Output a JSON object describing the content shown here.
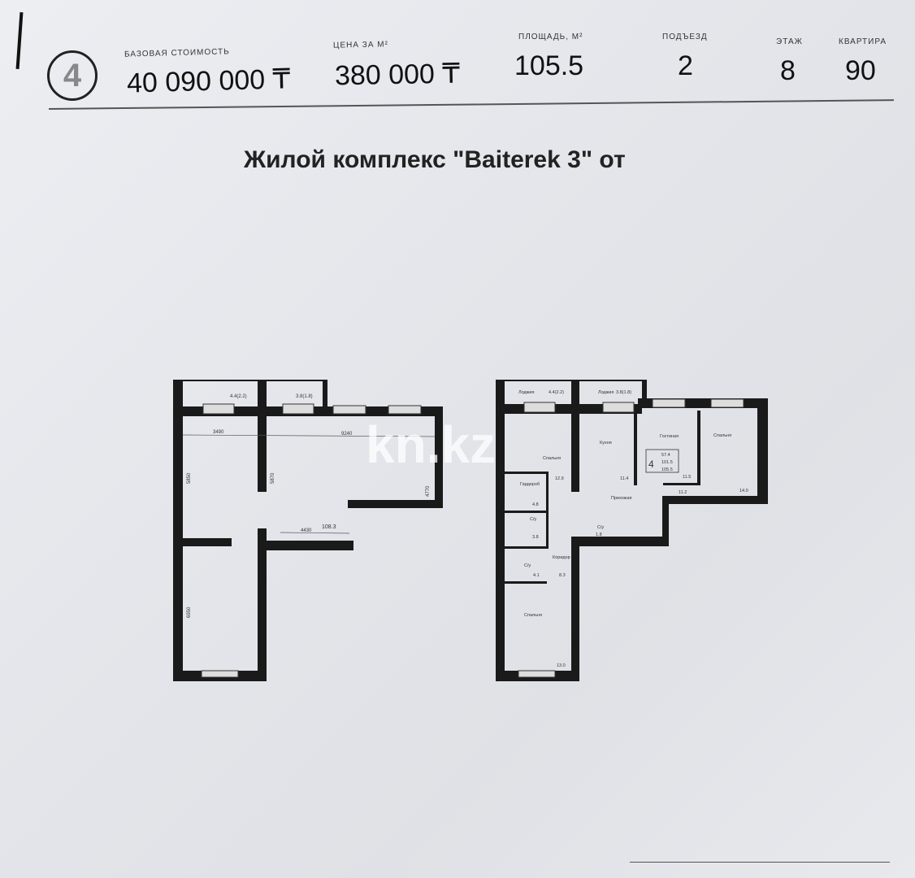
{
  "header": {
    "badge_number": "4",
    "base_price": {
      "label": "БАЗОВАЯ СТОИМОСТЬ",
      "value": "40 090 000 ₸"
    },
    "price_per_m2": {
      "label": "ЦЕНА ЗА М²",
      "value": "380 000 ₸"
    },
    "area": {
      "label": "ПЛОЩАДЬ, М²",
      "value": "105.5"
    },
    "entrance": {
      "label": "ПОДЪЕЗД",
      "value": "2"
    },
    "floor": {
      "label": "ЭТАЖ",
      "value": "8"
    },
    "apartment": {
      "label": "КВАРТИРА",
      "value": "90"
    }
  },
  "title": "Жилой комплекс \"Baiterek 3\" от",
  "watermark": "kn.kz",
  "plan_left": {
    "loggia1": "4.4(2.2)",
    "loggia2": "3.8(1.8)",
    "dim_top_left": "3490",
    "dim_top_right": "9240",
    "dim_side_right": "4770",
    "dim_left": "5850",
    "dim_mid": "5870",
    "dim_left_low": "6950",
    "dim_bottom": "4430",
    "area": "108.3"
  },
  "plan_right": {
    "rooms": [
      {
        "name": "Лоджия",
        "area": "4.4(2.2)"
      },
      {
        "name": "Лоджия",
        "area": "3.8(1.8)"
      },
      {
        "name": "Спальня",
        "area": "12.9"
      },
      {
        "name": "Кухня",
        "area": "11.4"
      },
      {
        "name": "Гостиная",
        "area": "11.5"
      },
      {
        "name": "Спальня",
        "area": "14.0"
      },
      {
        "name": "Гардероб",
        "area": "4.8"
      },
      {
        "name": "С/у",
        "area": "3.8"
      },
      {
        "name": "Прихожая",
        "area": "11.2"
      },
      {
        "name": "С/у",
        "area": "1.8"
      },
      {
        "name": "С/у",
        "area": "4.1"
      },
      {
        "name": "Коридор",
        "area": "8.3"
      },
      {
        "name": "Спальня",
        "area": "13.0"
      }
    ],
    "summary": {
      "rooms": "4",
      "living": "57.4",
      "total": "101.5",
      "with_loggia": "105.5"
    }
  }
}
